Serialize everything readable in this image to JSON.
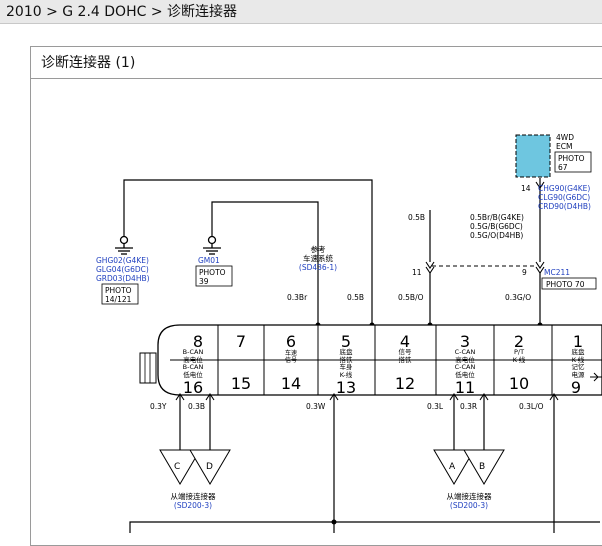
{
  "breadcrumb": "2010 > G 2.4 DOHC > 诊断连接器",
  "panel_title": "诊断连接器 (1)",
  "colors": {
    "link": "#1f3fbf",
    "wire": "#000000",
    "ecm_fill": "#6ec6e0"
  },
  "ecm": {
    "label1": "4WD",
    "label2": "ECM",
    "photo1": "PHOTO",
    "photo2": "67",
    "pin": "14"
  },
  "ecm_codes": [
    "CHG90(G4KE)",
    "CLG90(G6DC)",
    "CRD90(D4HB)"
  ],
  "ground_left": {
    "codes": [
      "GHG02(G4KE)",
      "GLG04(G6DC)",
      "GRD03(D4HB)"
    ],
    "photo1": "PHOTO",
    "photo2": "14/121"
  },
  "ground_mid": {
    "code": "GM01",
    "photo1": "PHOTO",
    "photo2": "39"
  },
  "ref": {
    "line1": "参考",
    "line2": "车速系统",
    "link": "(SD436-1)"
  },
  "wire_labels": {
    "w05b_top": "0.5B",
    "w_multi": [
      "0.5Br/B(G4KE)",
      "0.5G/B(G6DC)",
      "0.5G/O(D4HB)"
    ],
    "w03br": "0.3Br",
    "w05b": "0.5B",
    "w05bo": "0.5B/O",
    "w03go": "0.3G/O",
    "w03y": "0.3Y",
    "w03b": "0.3B",
    "w03w": "0.3W",
    "w03l": "0.3L",
    "w03r": "0.3R",
    "w03lo": "0.3L/O"
  },
  "splice": {
    "pin11": "11",
    "pin9": "9",
    "code": "MC211",
    "photo": "PHOTO 70"
  },
  "pins_top": [
    {
      "num": "8",
      "l1": "B-CAN",
      "l2": "高电位"
    },
    {
      "num": "7",
      "l1": "",
      "l2": ""
    },
    {
      "num": "6",
      "l1": "车速",
      "l2": "信号"
    },
    {
      "num": "5",
      "l1": "底盘",
      "l2": "搭铁"
    },
    {
      "num": "4",
      "l1": "信号",
      "l2": "搭铁"
    },
    {
      "num": "3",
      "l1": "C-CAN",
      "l2": "高电位"
    },
    {
      "num": "2",
      "l1": "P/T",
      "l2": "K-线"
    },
    {
      "num": "1",
      "l1": "底盘",
      "l2": "K-线"
    }
  ],
  "pins_bottom": [
    {
      "num": "16",
      "l1": "B-CAN",
      "l2": "低电位"
    },
    {
      "num": "15",
      "l1": "",
      "l2": ""
    },
    {
      "num": "14",
      "l1": "",
      "l2": ""
    },
    {
      "num": "13",
      "l1": "车身",
      "l2": "K-线"
    },
    {
      "num": "12",
      "l1": "",
      "l2": ""
    },
    {
      "num": "11",
      "l1": "C-CAN",
      "l2": "低电位"
    },
    {
      "num": "10",
      "l1": "",
      "l2": ""
    },
    {
      "num": "9",
      "l1": "记忆",
      "l2": "电源"
    }
  ],
  "from_left": {
    "a": "C",
    "b": "D",
    "l1": "从端接连接器",
    "l2": "(SD200-3)"
  },
  "from_right": {
    "a": "A",
    "b": "B",
    "l1": "从端接连接器",
    "l2": "(SD200-3)"
  }
}
